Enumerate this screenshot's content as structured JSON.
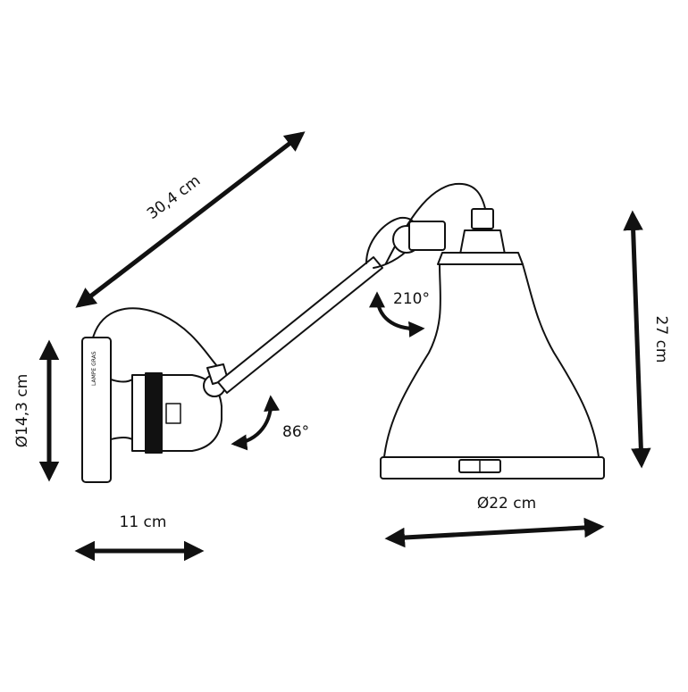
{
  "dimensions": {
    "arm_length": "30,4 cm",
    "backplate_diameter": "Ø14,3 cm",
    "depth": "11 cm",
    "shade_diameter": "Ø22 cm",
    "height": "27 cm"
  },
  "angles": {
    "arm_rotation": "86°",
    "shade_rotation": "210°"
  },
  "backplate_label": "LAMPE GRAS",
  "colors": {
    "line": "#111111",
    "background": "#ffffff"
  }
}
